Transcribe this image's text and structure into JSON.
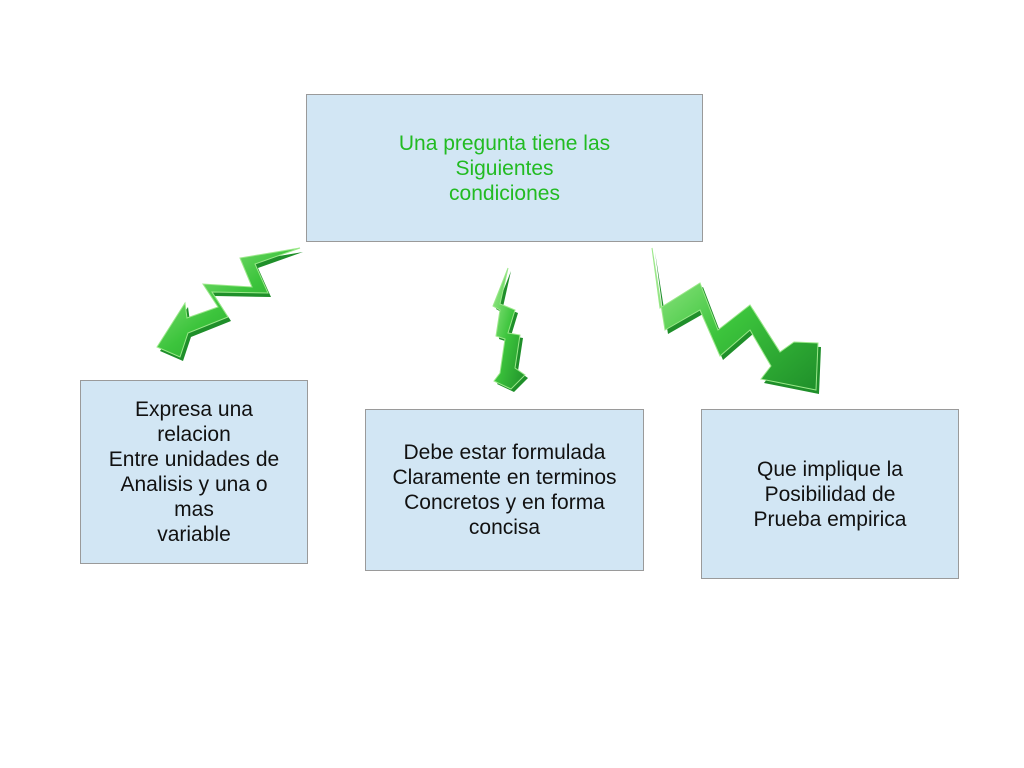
{
  "diagram": {
    "top": {
      "text": "Una pregunta tiene las\nSiguientes\ncondiciones"
    },
    "left": {
      "text": "Expresa una\nrelacion\nEntre unidades de\nAnalisis y una o\nmas\nvariable"
    },
    "middle": {
      "text": "Debe estar formulada\nClaramente en terminos\nConcretos y en forma\nconcisa"
    },
    "right": {
      "text": "Que implique la\nPosibilidad de\nPrueba empirica"
    }
  },
  "colors": {
    "box_fill": "#d2e6f4",
    "box_border": "#9a9a9a",
    "title_text": "#22bb22",
    "arrow_green": "#3cc43c",
    "arrow_light": "#9be88a",
    "arrow_dark": "#1f8f2a"
  },
  "icons": [
    "zigzag-arrow-icon"
  ]
}
